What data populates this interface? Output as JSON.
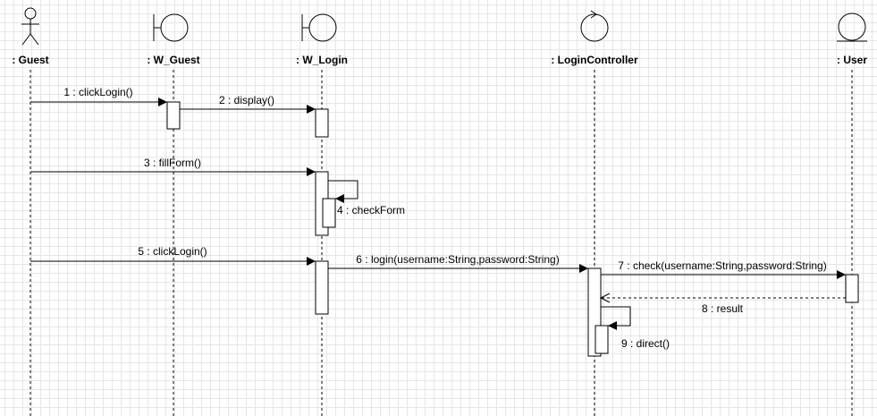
{
  "diagram": {
    "participants": [
      {
        "id": "guest",
        "label": ": Guest",
        "icon": "actor-icon"
      },
      {
        "id": "w_guest",
        "label": ": W_Guest",
        "icon": "boundary-icon"
      },
      {
        "id": "w_login",
        "label": ": W_Login",
        "icon": "boundary-icon"
      },
      {
        "id": "loginController",
        "label": ": LoginController",
        "icon": "control-icon"
      },
      {
        "id": "user",
        "label": ": User",
        "icon": "entity-icon"
      }
    ],
    "messages": [
      {
        "label": "1 : clickLogin()",
        "from": "guest",
        "to": "w_guest",
        "type": "sync"
      },
      {
        "label": "2 : display()",
        "from": "w_guest",
        "to": "w_login",
        "type": "sync"
      },
      {
        "label": "3 : fillForm()",
        "from": "guest",
        "to": "w_login",
        "type": "sync"
      },
      {
        "label": "4 : checkForm",
        "from": "w_login",
        "to": "w_login",
        "type": "self"
      },
      {
        "label": "5 : clickLogin()",
        "from": "guest",
        "to": "w_login",
        "type": "sync"
      },
      {
        "label": "6 : login(username:String,password:String)",
        "from": "w_login",
        "to": "loginController",
        "type": "sync"
      },
      {
        "label": "7 : check(username:String,password:String)",
        "from": "loginController",
        "to": "user",
        "type": "sync"
      },
      {
        "label": "8 : result",
        "from": "user",
        "to": "loginController",
        "type": "return"
      },
      {
        "label": "9 : direct()",
        "from": "loginController",
        "to": "loginController",
        "type": "self"
      }
    ]
  }
}
